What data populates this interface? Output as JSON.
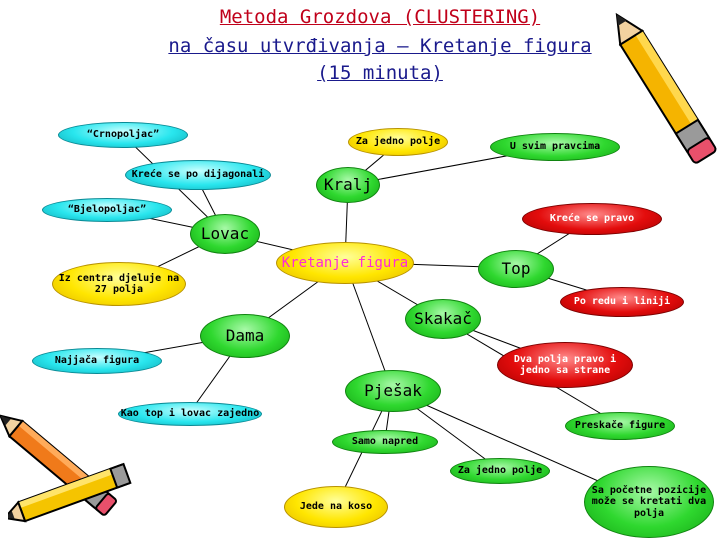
{
  "title": {
    "line1": "Metoda Grozdova (CLUSTERING)",
    "line2": "na času utvrđivanja – Kretanje figura",
    "line3": "(15 minuta)"
  },
  "center": "Kretanje figura",
  "figures": {
    "kralj": "Kralj",
    "lovac": "Lovac",
    "top": "Top",
    "skakac": "Skakač",
    "dama": "Dama",
    "pjesak": "Pješak"
  },
  "details": {
    "crnopoljac": "“Crnopoljac”",
    "za_jedno_polje_kralj": "Za jedno polje",
    "u_svim_pravcima": "U svim pravcima",
    "krece_se_po_dijagonali": "Kreće se po dijagonali",
    "bjelopoljac": "“Bjelopoljac”",
    "krece_se_pravo": "Kreće se pravo",
    "iz_centra": "Iz centra djeluje na 27 polja",
    "po_redu_i_liniji": "Po redu i liniji",
    "najjaca_figura": "Najjača figura",
    "dva_polja_pravo": "Dva polja pravo i jedno sa strane",
    "kao_top_i_lovac": "Kao top i lovac zajedno",
    "preskace_figure": "Preskače figure",
    "samo_napred": "Samo napred",
    "za_jedno_polje_pjesak": "Za jedno polje",
    "jede_na_koso": "Jede na koso",
    "sa_pocetne_pozicije": "Sa početne pozicije može se kretati dva polja"
  },
  "colors": {
    "title_red": "#c0001a",
    "title_blue": "#1a1a8c",
    "connector": "#000000",
    "cyan_node": "#29e6ee",
    "yellow_node": "#ffe600",
    "green_node": "#2fd82f",
    "red_node": "#e30c0c",
    "center_text": "#ff2bd6"
  },
  "decorations": [
    "pencil-icon",
    "pencil-icon",
    "pencil-icon"
  ]
}
